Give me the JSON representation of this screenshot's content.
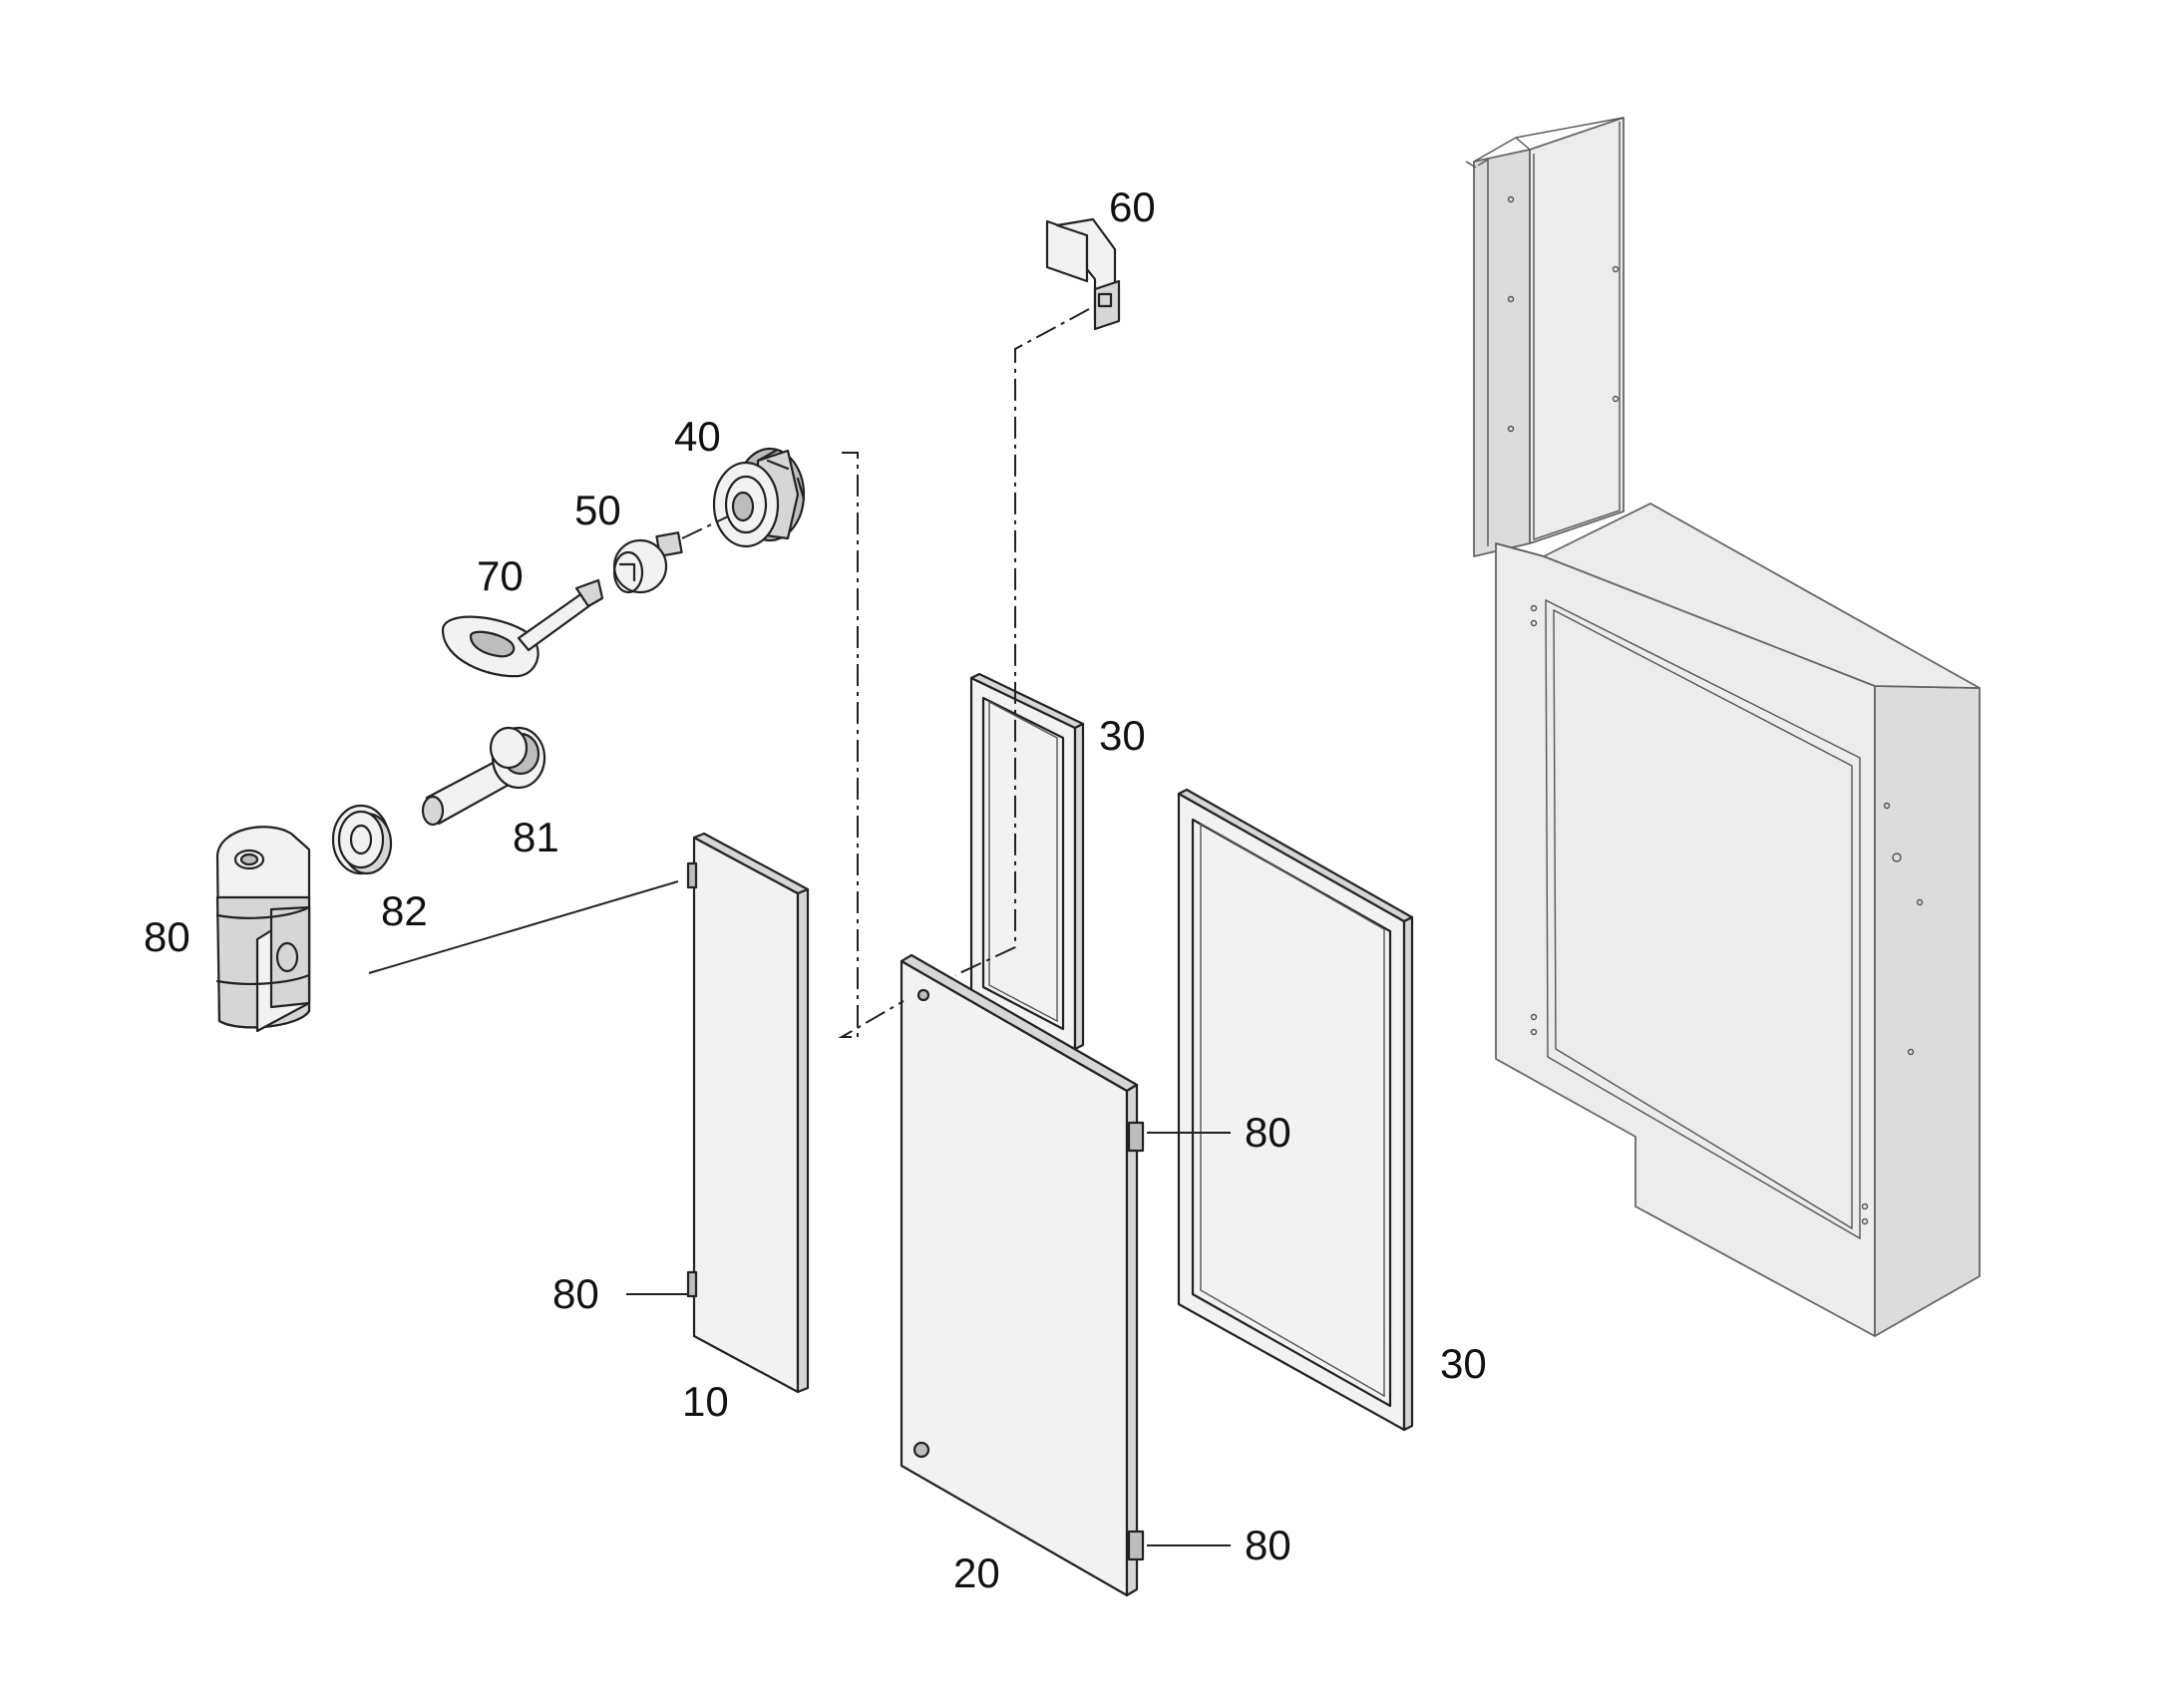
{
  "callouts": {
    "c60": "60",
    "c40": "40",
    "c50": "50",
    "c70": "70",
    "c30_top": "30",
    "c81": "81",
    "c82": "82",
    "c80_left": "80",
    "c80_door_mid": "80",
    "c80_panel": "80",
    "c10": "10",
    "c30_bottom": "30",
    "c80_door_bottom": "80",
    "c20": "20"
  },
  "colors": {
    "line": "#222222",
    "fill_light": "#f2f2f2",
    "fill_mid": "#d6d6d6",
    "enclosure": "#ececec"
  }
}
